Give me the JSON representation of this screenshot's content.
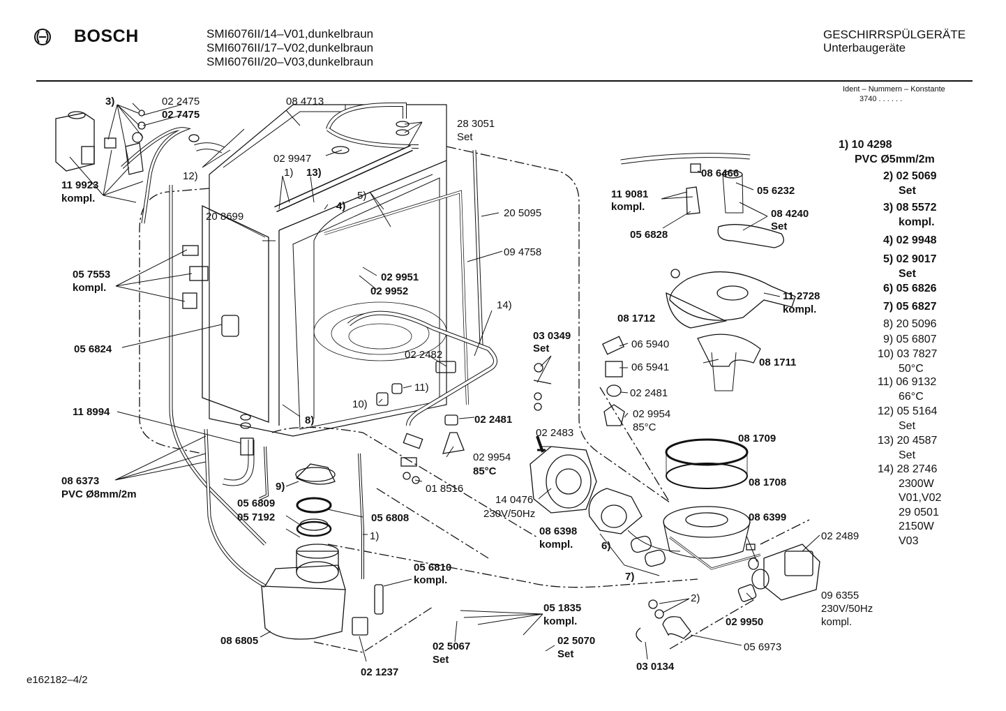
{
  "header": {
    "brand": "BOSCH",
    "models": [
      "SMI6076II/14–V01,dunkelbraun",
      "SMI6076II/17–V02,dunkelbraun",
      "SMI6076II/20–V03,dunkelbraun"
    ],
    "category": "GESCHIRRSPÜLGERÄTE",
    "subcategory": "Unterbaugeräte",
    "ident_title": "Ident – Nummern – Konstante",
    "ident_value": "3740 . .   . . . ."
  },
  "legend": [
    {
      "lines": [
        "1) 10 4298",
        "PVC Ø5mm/2m"
      ],
      "bold": true
    },
    {
      "lines": [
        "2) 02 5069",
        "Set"
      ],
      "bold": true
    },
    {
      "lines": [
        "3) 08 5572",
        "kompl."
      ],
      "bold": true
    },
    {
      "lines": [
        "4) 02 9948"
      ],
      "bold": true
    },
    {
      "lines": [
        "5) 02 9017",
        "Set"
      ],
      "bold": true
    },
    {
      "lines": [
        "6) 05 6826"
      ],
      "bold": true
    },
    {
      "lines": [
        "7) 05 6827"
      ],
      "bold": true
    },
    {
      "lines": [
        "8) 20 5096"
      ],
      "bold": false
    },
    {
      "lines": [
        "9) 05 6807"
      ],
      "bold": false
    },
    {
      "lines": [
        "10) 03 7827",
        "50°C"
      ],
      "bold": false
    },
    {
      "lines": [
        "11) 06 9132",
        "66°C"
      ],
      "bold": false
    },
    {
      "lines": [
        "12) 05 5164",
        "Set"
      ],
      "bold": false
    },
    {
      "lines": [
        "13) 20 4587",
        "Set"
      ],
      "bold": false
    },
    {
      "lines": [
        "14) 28 2746",
        "2300W",
        "V01,V02",
        "29 0501",
        "2150W",
        "V03"
      ],
      "bold": false
    }
  ],
  "labels": [
    {
      "id": "l3",
      "t": "3)",
      "b": true
    },
    {
      "id": "l022475",
      "t": "02 2475",
      "b": false
    },
    {
      "id": "l027475",
      "t": "02 7475",
      "b": true
    },
    {
      "id": "l12",
      "t": "12)",
      "b": false
    },
    {
      "id": "l119923",
      "t": "11 9923",
      "b": true
    },
    {
      "id": "lkompl1",
      "t": "kompl.",
      "b": true
    },
    {
      "id": "l084713",
      "t": "08 4713",
      "b": false
    },
    {
      "id": "l283051",
      "t": "28 3051",
      "b": false
    },
    {
      "id": "lset1",
      "t": "Set",
      "b": false
    },
    {
      "id": "l029947",
      "t": "02 9947",
      "b": false
    },
    {
      "id": "l1",
      "t": "1)",
      "b": false
    },
    {
      "id": "l13",
      "t": "13)",
      "b": true
    },
    {
      "id": "l4",
      "t": "4)",
      "b": true
    },
    {
      "id": "l5",
      "t": "5)",
      "b": false
    },
    {
      "id": "l205095",
      "t": "20 5095",
      "b": false
    },
    {
      "id": "l208699",
      "t": "20 8699",
      "b": false
    },
    {
      "id": "l094758",
      "t": "09 4758",
      "b": false
    },
    {
      "id": "l029951",
      "t": "02 9951",
      "b": true
    },
    {
      "id": "l029952",
      "t": "02 9952",
      "b": true
    },
    {
      "id": "l057553",
      "t": "05 7553",
      "b": true
    },
    {
      "id": "lkompl2",
      "t": "kompl.",
      "b": true
    },
    {
      "id": "l14",
      "t": "14)",
      "b": false
    },
    {
      "id": "l056824",
      "t": "05 6824",
      "b": true
    },
    {
      "id": "l022482",
      "t": "02 2482",
      "b": false
    },
    {
      "id": "l030349",
      "t": "03 0349",
      "b": true
    },
    {
      "id": "lset2",
      "t": "Set",
      "b": true
    },
    {
      "id": "l11",
      "t": "11)",
      "b": false
    },
    {
      "id": "l10",
      "t": "10)",
      "b": false
    },
    {
      "id": "l118994",
      "t": "11 8994",
      "b": true
    },
    {
      "id": "l8",
      "t": "8)",
      "b": true
    },
    {
      "id": "l022481a",
      "t": "02 2481",
      "b": true
    },
    {
      "id": "l022483",
      "t": "02 2483",
      "b": false
    },
    {
      "id": "l029954a",
      "t": "02 9954",
      "b": false
    },
    {
      "id": "l85ca",
      "t": "85°C",
      "b": true
    },
    {
      "id": "l086373",
      "t": "08 6373",
      "b": true
    },
    {
      "id": "lpvc8",
      "t": "PVC Ø8mm/2m",
      "b": true
    },
    {
      "id": "l9",
      "t": "9)",
      "b": true
    },
    {
      "id": "l018516",
      "t": "01 8516",
      "b": false
    },
    {
      "id": "l140476",
      "t": "14 0476",
      "b": false
    },
    {
      "id": "l230v1",
      "t": "230V/50Hz",
      "b": false
    },
    {
      "id": "l056809",
      "t": "05 6809",
      "b": true
    },
    {
      "id": "l056808",
      "t": "05 6808",
      "b": true
    },
    {
      "id": "l057192",
      "t": "05 7192",
      "b": true
    },
    {
      "id": "l1b",
      "t": "1)",
      "b": false
    },
    {
      "id": "l086398",
      "t": "08 6398",
      "b": true
    },
    {
      "id": "lkompl3",
      "t": "kompl.",
      "b": true
    },
    {
      "id": "l6",
      "t": "6)",
      "b": true
    },
    {
      "id": "l7",
      "t": "7)",
      "b": true
    },
    {
      "id": "l056810",
      "t": "05 6810",
      "b": true
    },
    {
      "id": "lkompl4",
      "t": "kompl.",
      "b": true
    },
    {
      "id": "l051835",
      "t": "05 1835",
      "b": true
    },
    {
      "id": "lkompl5",
      "t": "kompl.",
      "b": true
    },
    {
      "id": "l025067",
      "t": "02 5067",
      "b": true
    },
    {
      "id": "lset3",
      "t": "Set",
      "b": true
    },
    {
      "id": "l025070",
      "t": "02 5070",
      "b": true
    },
    {
      "id": "lset4",
      "t": "Set",
      "b": true
    },
    {
      "id": "l086805",
      "t": "08 6805",
      "b": true
    },
    {
      "id": "l021237",
      "t": "02 1237",
      "b": true
    },
    {
      "id": "l086466",
      "t": "08 6466",
      "b": true
    },
    {
      "id": "l119081",
      "t": "11 9081",
      "b": true
    },
    {
      "id": "lkompl6",
      "t": "kompl.",
      "b": true
    },
    {
      "id": "l056232",
      "t": "05 6232",
      "b": true
    },
    {
      "id": "l084240",
      "t": "08 4240",
      "b": true
    },
    {
      "id": "lset5",
      "t": "Set",
      "b": true
    },
    {
      "id": "l056828",
      "t": "05 6828",
      "b": true
    },
    {
      "id": "l112728",
      "t": "11 2728",
      "b": true
    },
    {
      "id": "lkompl7",
      "t": "kompl.",
      "b": true
    },
    {
      "id": "l081712",
      "t": "08 1712",
      "b": true
    },
    {
      "id": "l065940",
      "t": "06 5940",
      "b": false
    },
    {
      "id": "l065941",
      "t": "06 5941",
      "b": false
    },
    {
      "id": "l081711",
      "t": "08 1711",
      "b": true
    },
    {
      "id": "l022481b",
      "t": "02 2481",
      "b": false
    },
    {
      "id": "l029954b",
      "t": "02 9954",
      "b": false
    },
    {
      "id": "l85cb",
      "t": "85°C",
      "b": false
    },
    {
      "id": "l081709",
      "t": "08 1709",
      "b": true
    },
    {
      "id": "l081708",
      "t": "08 1708",
      "b": true
    },
    {
      "id": "l086399",
      "t": "08 6399",
      "b": true
    },
    {
      "id": "l022489",
      "t": "02 2489",
      "b": false
    },
    {
      "id": "l2",
      "t": "2)",
      "b": false
    },
    {
      "id": "l096355",
      "t": "09 6355",
      "b": false
    },
    {
      "id": "l230v2",
      "t": "230V/50Hz",
      "b": false
    },
    {
      "id": "lkompl8",
      "t": "kompl.",
      "b": false
    },
    {
      "id": "l029950",
      "t": "02 9950",
      "b": true
    },
    {
      "id": "l056973",
      "t": "05 6973",
      "b": false
    },
    {
      "id": "l030134",
      "t": "03 0134",
      "b": true
    }
  ],
  "footer": {
    "code": "e162182–4/2"
  }
}
